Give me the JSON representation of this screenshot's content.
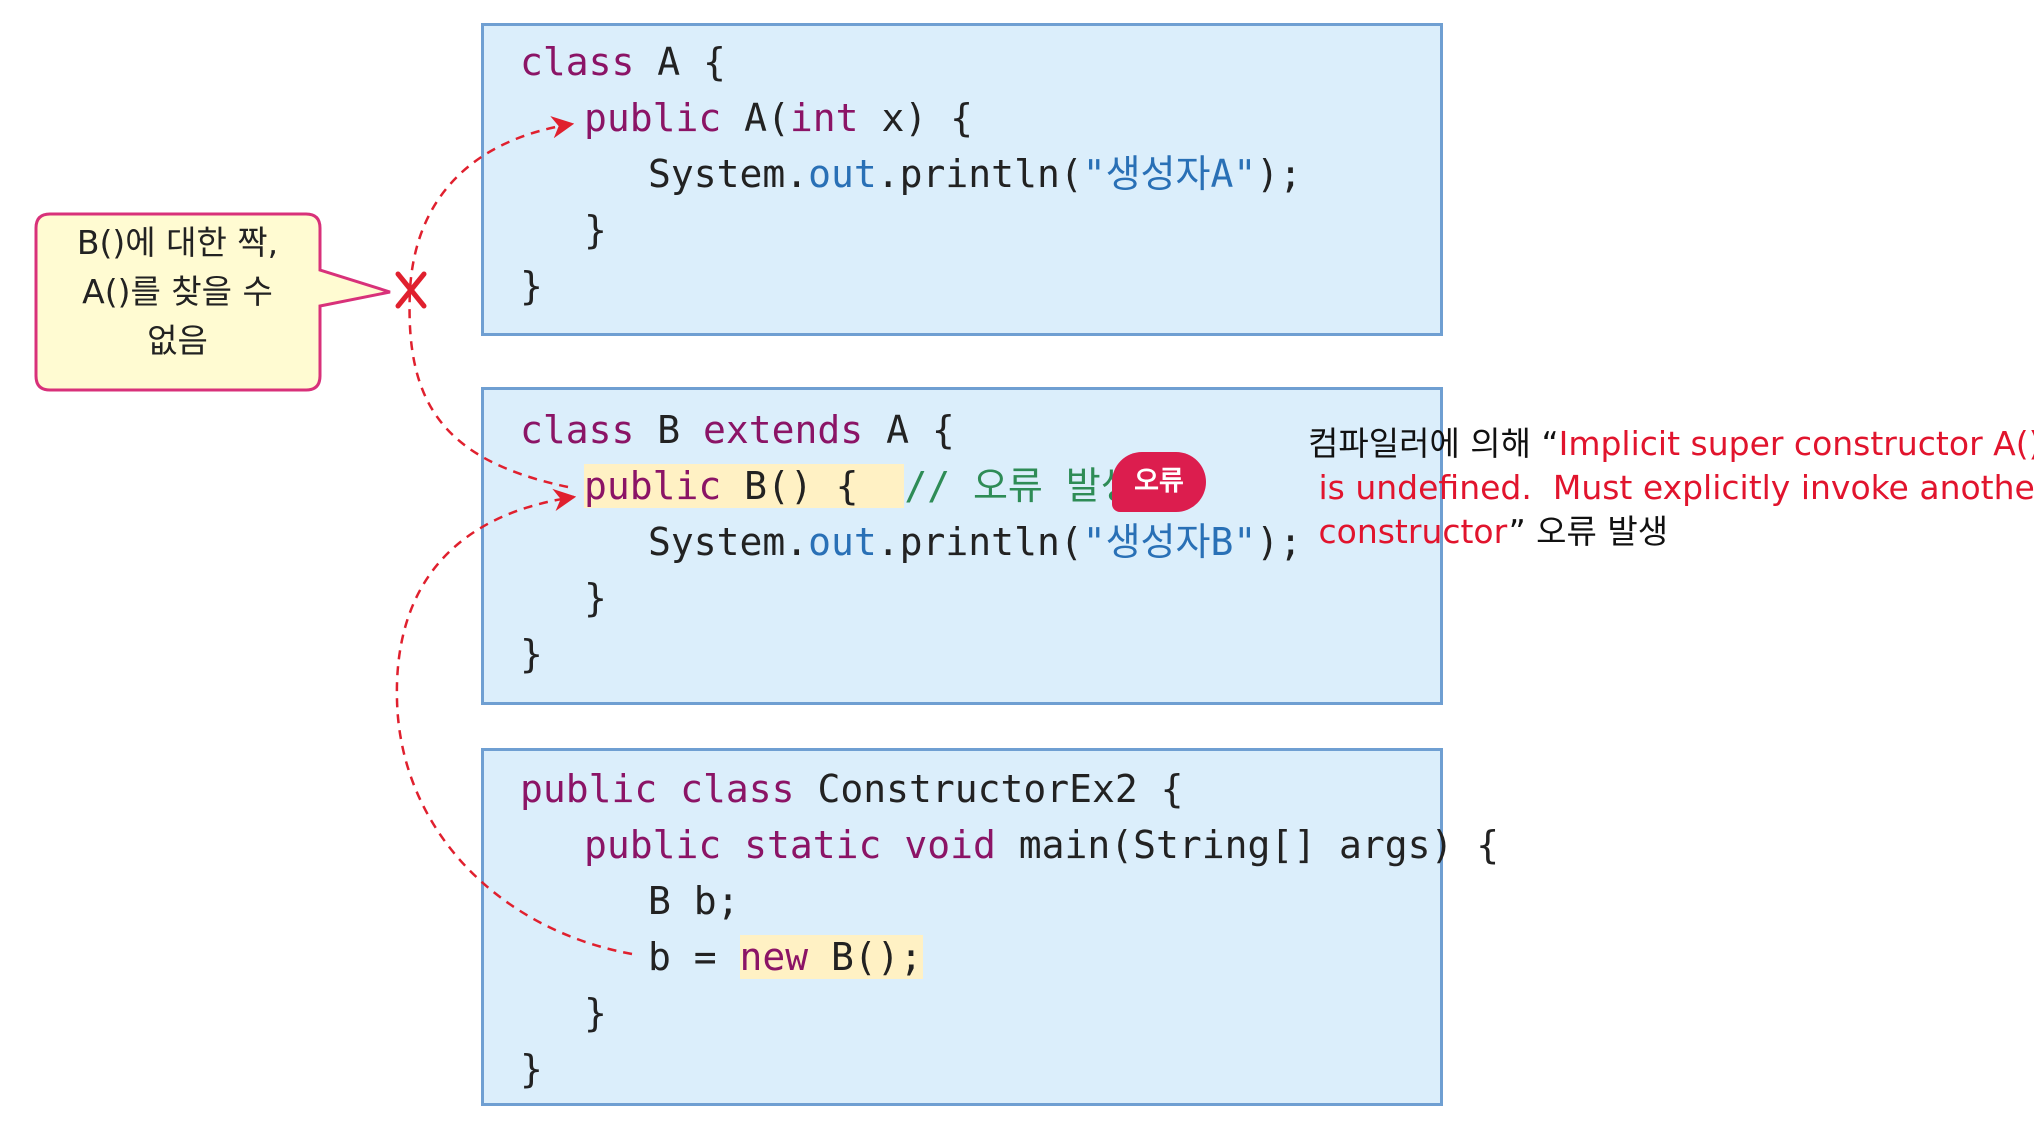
{
  "class_a": {
    "line1": {
      "kw": "class",
      "rest": " A {"
    },
    "line2": {
      "kw1": "public",
      "mid1": " A(",
      "kw2": "int",
      "mid2": " x) {"
    },
    "line3": {
      "pre": "System.",
      "field": "out",
      "mid": ".println(",
      "str": "\"생성자A\"",
      "post": ");"
    },
    "line4": "}",
    "line5": "}"
  },
  "class_b": {
    "line1": {
      "kw1": "class",
      "mid1": " B ",
      "kw2": "extends",
      "mid2": " A {"
    },
    "line2": {
      "kw": "public",
      "mid": " B() {  ",
      "comment": "// 오류 발생"
    },
    "line3": {
      "pre": "System.",
      "field": "out",
      "mid": ".println(",
      "str": "\"생성자B\"",
      "post": ");"
    },
    "line4": "}",
    "line5": "}"
  },
  "main_class": {
    "line1": {
      "kw1": "public",
      "sp": " ",
      "kw2": "class",
      "rest": " ConstructorEx2 {"
    },
    "line2": {
      "kw1": "public",
      "sp1": " ",
      "kw2": "static",
      "sp2": " ",
      "kw3": "void",
      "rest": " main(String[] args) {"
    },
    "line3": "B b;",
    "line4": {
      "pre": "b = ",
      "kw": "new",
      "rest": " B();"
    },
    "line5": "}",
    "line6": "}"
  },
  "error_badge": "오류",
  "callout": {
    "line1": "B()에 대한 짝,",
    "line2": "A()를 찾을 수",
    "line3": "없음"
  },
  "note": {
    "prefix": "컴파일러에 의해 “",
    "msg1": "Implicit super constructor A() ",
    "msg2": " is undefined.  Must explicitly invoke another",
    "msg3": " constructor",
    "suffix": "” 오류 발생"
  },
  "colors": {
    "keyword": "#8b1466",
    "field": "#2970b6",
    "comment": "#2e8c56",
    "highlight": "#fff1c4",
    "box_fill": "#dbeefb",
    "box_border": "#6f9fd2",
    "arrow": "#e0202e",
    "callout_fill": "#fffbd2",
    "callout_border": "#d8317a",
    "error": "#e1142d"
  }
}
